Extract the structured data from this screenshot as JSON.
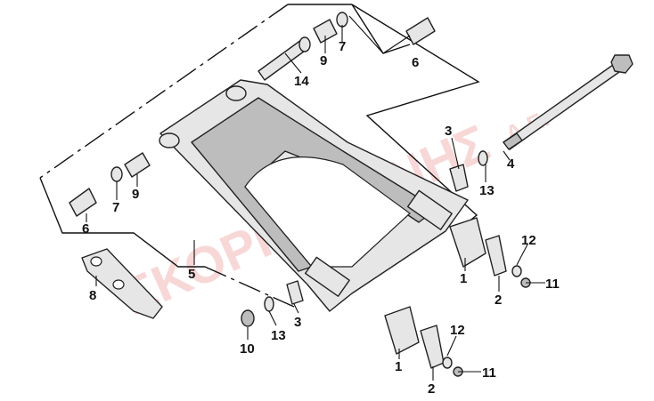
{
  "diagram": {
    "watermark": "ΣΚΟΡΠΚΟΡΝΗΣ",
    "watermark_suffix": "Α.Ε.",
    "callouts": {
      "c1a": "1",
      "c1b": "1",
      "c2a": "2",
      "c2b": "2",
      "c3a": "3",
      "c3b": "3",
      "c4": "4",
      "c5": "5",
      "c6a": "6",
      "c6b": "6",
      "c7a": "7",
      "c7b": "7",
      "c8": "8",
      "c9a": "9",
      "c9b": "9",
      "c10": "10",
      "c11a": "11",
      "c11b": "11",
      "c12a": "12",
      "c12b": "12",
      "c13a": "13",
      "c13b": "13",
      "c14": "14"
    }
  }
}
